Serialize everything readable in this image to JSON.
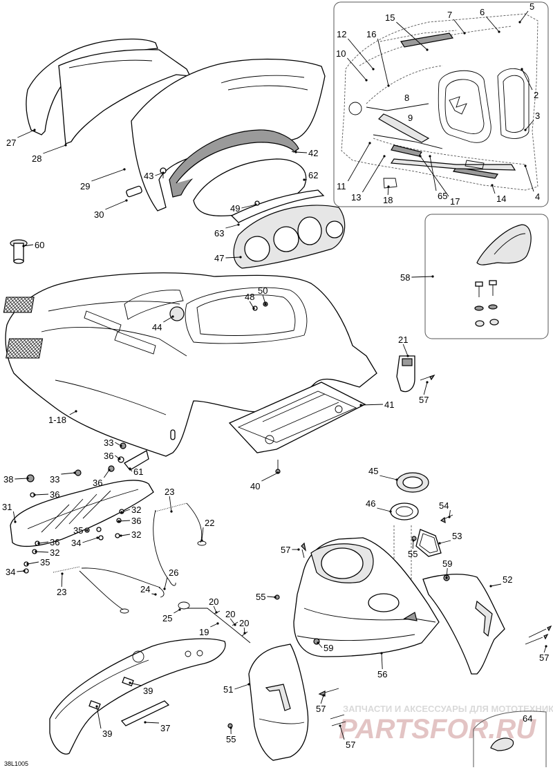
{
  "drawing_code": "38L1005",
  "watermark": {
    "line1": "ЗАПЧАСТИ И АКСЕССУАРЫ ДЛЯ МОТОТЕХНИКИ",
    "line2": "PARTSFOR.RU"
  },
  "callouts": [
    {
      "id": "c1",
      "text": "5"
    },
    {
      "id": "c2",
      "text": "6"
    },
    {
      "id": "c3",
      "text": "7"
    },
    {
      "id": "c4",
      "text": "15"
    },
    {
      "id": "c5",
      "text": "12"
    },
    {
      "id": "c6",
      "text": "16"
    },
    {
      "id": "c7",
      "text": "10"
    },
    {
      "id": "c8",
      "text": "2"
    },
    {
      "id": "c9",
      "text": "8"
    },
    {
      "id": "c10",
      "text": "9"
    },
    {
      "id": "c11",
      "text": "3"
    },
    {
      "id": "c12",
      "text": "11"
    },
    {
      "id": "c13",
      "text": "13"
    },
    {
      "id": "c14",
      "text": "18"
    },
    {
      "id": "c15",
      "text": "65"
    },
    {
      "id": "c16",
      "text": "17"
    },
    {
      "id": "c17",
      "text": "14"
    },
    {
      "id": "c18",
      "text": "4"
    },
    {
      "id": "c19",
      "text": "27"
    },
    {
      "id": "c20",
      "text": "28"
    },
    {
      "id": "c21",
      "text": "29"
    },
    {
      "id": "c22",
      "text": "43"
    },
    {
      "id": "c23",
      "text": "42"
    },
    {
      "id": "c24",
      "text": "62"
    },
    {
      "id": "c25",
      "text": "30"
    },
    {
      "id": "c26",
      "text": "49"
    },
    {
      "id": "c27",
      "text": "63"
    },
    {
      "id": "c28",
      "text": "47"
    },
    {
      "id": "c29",
      "text": "60"
    },
    {
      "id": "c30",
      "text": "58"
    },
    {
      "id": "c31",
      "text": "48"
    },
    {
      "id": "c32",
      "text": "50"
    },
    {
      "id": "c33",
      "text": "44"
    },
    {
      "id": "c34",
      "text": "21"
    },
    {
      "id": "c35",
      "text": "57"
    },
    {
      "id": "c36",
      "text": "41"
    },
    {
      "id": "c37",
      "text": "1-18"
    },
    {
      "id": "c38",
      "text": "40"
    },
    {
      "id": "c39",
      "text": "33"
    },
    {
      "id": "c40",
      "text": "36"
    },
    {
      "id": "c41",
      "text": "61"
    },
    {
      "id": "c42",
      "text": "38"
    },
    {
      "id": "c43",
      "text": "33"
    },
    {
      "id": "c44",
      "text": "36"
    },
    {
      "id": "c45",
      "text": "31"
    },
    {
      "id": "c46",
      "text": "36"
    },
    {
      "id": "c47",
      "text": "32"
    },
    {
      "id": "c48",
      "text": "36"
    },
    {
      "id": "c49",
      "text": "32"
    },
    {
      "id": "c50",
      "text": "35"
    },
    {
      "id": "c51",
      "text": "34"
    },
    {
      "id": "c52",
      "text": "36"
    },
    {
      "id": "c53",
      "text": "32"
    },
    {
      "id": "c54",
      "text": "35"
    },
    {
      "id": "c55",
      "text": "34"
    },
    {
      "id": "c56",
      "text": "23"
    },
    {
      "id": "c57",
      "text": "22"
    },
    {
      "id": "c58",
      "text": "45"
    },
    {
      "id": "c59",
      "text": "46"
    },
    {
      "id": "c60",
      "text": "54"
    },
    {
      "id": "c61",
      "text": "53"
    },
    {
      "id": "c62",
      "text": "55"
    },
    {
      "id": "c63",
      "text": "57"
    },
    {
      "id": "c64",
      "text": "59"
    },
    {
      "id": "c65",
      "text": "52"
    },
    {
      "id": "c66",
      "text": "23"
    },
    {
      "id": "c67",
      "text": "26"
    },
    {
      "id": "c68",
      "text": "24"
    },
    {
      "id": "c69",
      "text": "25"
    },
    {
      "id": "c70",
      "text": "20"
    },
    {
      "id": "c71",
      "text": "20"
    },
    {
      "id": "c72",
      "text": "20"
    },
    {
      "id": "c73",
      "text": "19"
    },
    {
      "id": "c74",
      "text": "55"
    },
    {
      "id": "c75",
      "text": "59"
    },
    {
      "id": "c76",
      "text": "56"
    },
    {
      "id": "c77",
      "text": "57"
    },
    {
      "id": "c78",
      "text": "39"
    },
    {
      "id": "c79",
      "text": "39"
    },
    {
      "id": "c80",
      "text": "37"
    },
    {
      "id": "c81",
      "text": "51"
    },
    {
      "id": "c82",
      "text": "57"
    },
    {
      "id": "c83",
      "text": "55"
    },
    {
      "id": "c84",
      "text": "57"
    },
    {
      "id": "c85",
      "text": "64"
    }
  ]
}
